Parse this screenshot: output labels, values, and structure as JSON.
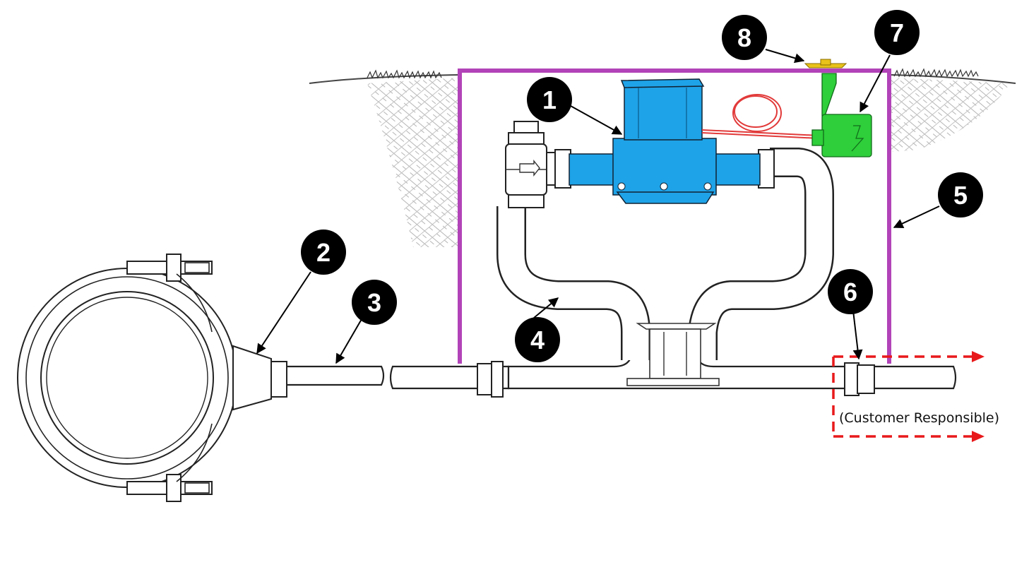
{
  "diagram": {
    "note": "(Customer Responsible)",
    "callouts": [
      {
        "id": "1",
        "label": "1"
      },
      {
        "id": "2",
        "label": "2"
      },
      {
        "id": "3",
        "label": "3"
      },
      {
        "id": "4",
        "label": "4"
      },
      {
        "id": "5",
        "label": "5"
      },
      {
        "id": "6",
        "label": "6"
      },
      {
        "id": "7",
        "label": "7"
      },
      {
        "id": "8",
        "label": "8"
      }
    ]
  },
  "colors": {
    "meter": "#1fa3e8",
    "box": "#b243b8",
    "transmitter": "#2ecf3a",
    "lid": "#e9c21a",
    "wire": "#e23a3a",
    "customer_arrow": "#e8191b",
    "callout": "#000000"
  },
  "icons": {
    "meter": "water-meter-icon",
    "transmitter": "radio-transmitter-icon",
    "lid": "lid-icon",
    "saddle": "pipe-saddle-icon",
    "valve": "valve-icon"
  }
}
